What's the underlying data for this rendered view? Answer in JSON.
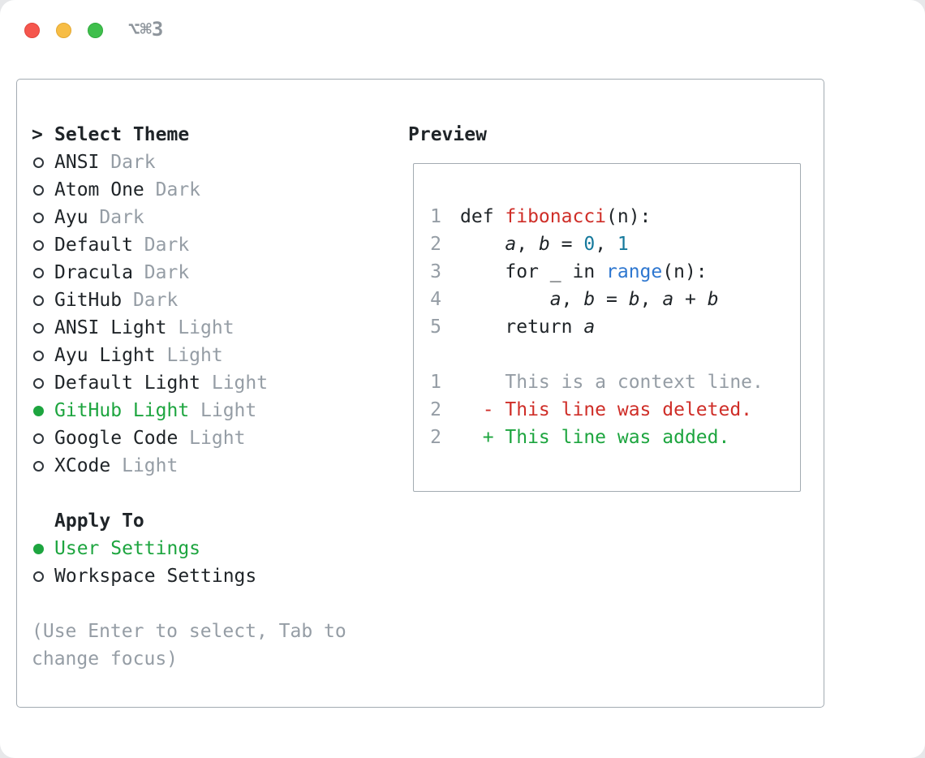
{
  "window": {
    "title": "⌥⌘3"
  },
  "colors": {
    "text": "#1f2428",
    "gray": "#959da5",
    "green": "#1da53f",
    "red": "#cf2e28",
    "num": "#15799c",
    "builtin": "#2e77d0",
    "border": "#a3abb2"
  },
  "theme_selector": {
    "prompt": ">",
    "title": "Select Theme",
    "items": [
      {
        "name": "ANSI",
        "variant": "Dark",
        "selected": false
      },
      {
        "name": "Atom One",
        "variant": "Dark",
        "selected": false
      },
      {
        "name": "Ayu",
        "variant": "Dark",
        "selected": false
      },
      {
        "name": "Default",
        "variant": "Dark",
        "selected": false
      },
      {
        "name": "Dracula",
        "variant": "Dark",
        "selected": false
      },
      {
        "name": "GitHub",
        "variant": "Dark",
        "selected": false
      },
      {
        "name": "ANSI Light",
        "variant": "Light",
        "selected": false
      },
      {
        "name": "Ayu Light",
        "variant": "Light",
        "selected": false
      },
      {
        "name": "Default Light",
        "variant": "Light",
        "selected": false
      },
      {
        "name": "GitHub Light",
        "variant": "Light",
        "selected": true
      },
      {
        "name": "Google Code",
        "variant": "Light",
        "selected": false
      },
      {
        "name": "XCode",
        "variant": "Light",
        "selected": false
      }
    ]
  },
  "apply_to": {
    "title": "Apply To",
    "options": [
      {
        "label": "User Settings",
        "selected": true
      },
      {
        "label": "Workspace Settings",
        "selected": false
      }
    ]
  },
  "hint": "(Use Enter to select, Tab to change focus)",
  "preview": {
    "title": "Preview",
    "lines": [
      {
        "gutter": "1",
        "segments": [
          {
            "text": "def ",
            "style": "plain"
          },
          {
            "text": "fibonacci",
            "style": "func"
          },
          {
            "text": "(n):",
            "style": "plain"
          }
        ]
      },
      {
        "gutter": "2",
        "segments": [
          {
            "text": "    ",
            "style": "plain"
          },
          {
            "text": "a",
            "style": "var"
          },
          {
            "text": ", ",
            "style": "plain"
          },
          {
            "text": "b",
            "style": "var"
          },
          {
            "text": " = ",
            "style": "plain"
          },
          {
            "text": "0",
            "style": "num"
          },
          {
            "text": ", ",
            "style": "plain"
          },
          {
            "text": "1",
            "style": "num"
          }
        ]
      },
      {
        "gutter": "3",
        "segments": [
          {
            "text": "    for _ in ",
            "style": "plain"
          },
          {
            "text": "range",
            "style": "builtin"
          },
          {
            "text": "(n):",
            "style": "plain"
          }
        ]
      },
      {
        "gutter": "4",
        "segments": [
          {
            "text": "        ",
            "style": "plain"
          },
          {
            "text": "a",
            "style": "var"
          },
          {
            "text": ", ",
            "style": "plain"
          },
          {
            "text": "b",
            "style": "var"
          },
          {
            "text": " = ",
            "style": "plain"
          },
          {
            "text": "b",
            "style": "var"
          },
          {
            "text": ", ",
            "style": "plain"
          },
          {
            "text": "a",
            "style": "var"
          },
          {
            "text": " + ",
            "style": "plain"
          },
          {
            "text": "b",
            "style": "var"
          }
        ]
      },
      {
        "gutter": "5",
        "segments": [
          {
            "text": "    return ",
            "style": "plain"
          },
          {
            "text": "a",
            "style": "var"
          }
        ]
      },
      {
        "gutter": "",
        "segments": []
      },
      {
        "gutter": "1",
        "segments": [
          {
            "text": "    This is a context line.",
            "style": "context"
          }
        ]
      },
      {
        "gutter": "2",
        "segments": [
          {
            "text": "  - This line was deleted.",
            "style": "deleted"
          }
        ]
      },
      {
        "gutter": "2",
        "segments": [
          {
            "text": "  + This line was added.",
            "style": "added"
          }
        ]
      }
    ]
  }
}
